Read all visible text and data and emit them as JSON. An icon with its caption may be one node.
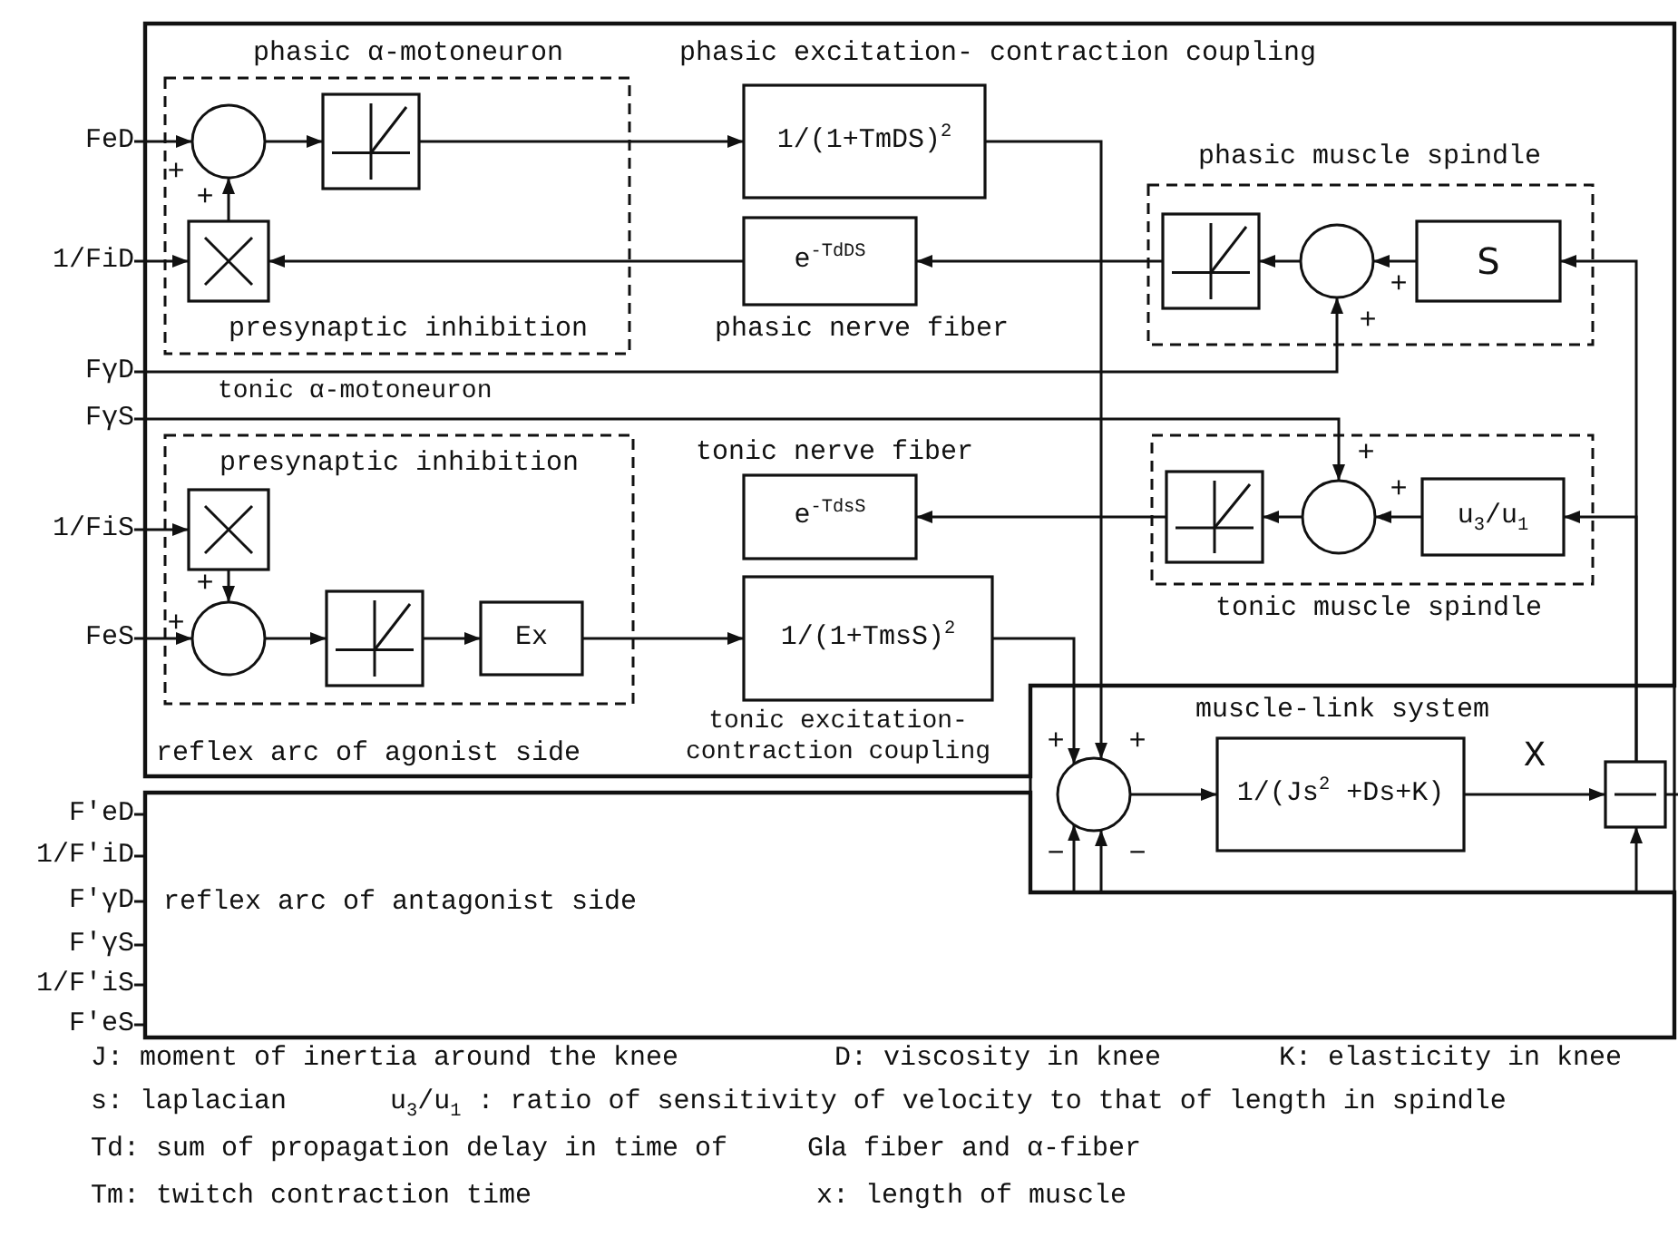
{
  "diagram": {
    "nodes": [
      {
        "text": [
          "reflex arc of agonist side"
        ]
      },
      {
        "text": [
          "phasic α-motoneuron",
          "presynaptic inhibition"
        ],
        "in": 0
      },
      {
        "text": [],
        "shape": "circle",
        "in": 1
      },
      {
        "text": [],
        "shape": "box",
        "in": 1
      },
      {
        "text": [],
        "shape": "box",
        "in": 1
      },
      {
        "text": [
          "phasic excitation- contraction coupling",
          "1/(1+TmDS)$^{2}$"
        ],
        "in": 0
      },
      {
        "text": [
          "e$^{-TdDS}$",
          "phasic nerve fiber"
        ],
        "in": 0
      },
      {
        "text": [
          "phasic muscle spindle"
        ],
        "in": 0
      },
      {
        "text": [],
        "shape": "box",
        "in": 7
      },
      {
        "text": [],
        "shape": "circle",
        "in": 7
      },
      {
        "text": [
          "S"
        ],
        "in": 7
      },
      {
        "text": [
          "presynaptic inhibition"
        ],
        "in": 0
      },
      {
        "text": [],
        "shape": "box",
        "in": 11
      },
      {
        "text": [],
        "shape": "circle",
        "in": 11
      },
      {
        "text": [],
        "shape": "box",
        "in": 11
      },
      {
        "text": [
          "Ex"
        ],
        "in": 11
      },
      {
        "text": [
          "tonic nerve fiber",
          "e$^{-TdsS}$"
        ],
        "in": 0
      },
      {
        "text": [
          "1/(1+TmsS)$^{2}$",
          "tonic excitation- contraction coupling"
        ],
        "in": 0
      },
      {
        "text": [
          "tonic muscle spindle"
        ],
        "in": 0
      },
      {
        "text": [],
        "shape": "box",
        "in": 18
      },
      {
        "text": [],
        "shape": "circle",
        "in": 18
      },
      {
        "text": [
          "u$_{3}$/u$_{1}$"
        ],
        "in": 18
      },
      {
        "text": [
          "muscle-link system"
        ]
      },
      {
        "text": [],
        "shape": "circle",
        "in": 22
      },
      {
        "text": [
          "1/(Js$^{2}$ +Ds+K)"
        ],
        "in": 22
      },
      {
        "text": [],
        "shape": "box",
        "in": 22
      },
      {
        "text": [
          "reflex arc of antagonist side"
        ]
      },
      {
        "text": [
          "FeD"
        ]
      },
      {
        "text": [
          "1/FiD"
        ]
      },
      {
        "text": [
          "FγD"
        ]
      },
      {
        "text": [
          "FγS"
        ]
      },
      {
        "text": [
          "1/FiS"
        ]
      },
      {
        "text": [
          "FeS"
        ]
      },
      {
        "text": [
          "F'eD"
        ]
      },
      {
        "text": [
          "1/F'iD"
        ]
      },
      {
        "text": [
          "F'γD"
        ]
      },
      {
        "text": [
          "F'γS"
        ]
      },
      {
        "text": [
          "1/F'iS"
        ]
      },
      {
        "text": [
          "F'eS"
        ]
      }
    ],
    "edges": [
      {
        "from": 27,
        "to": 2,
        "arrow": "to"
      },
      {
        "from": 2,
        "to": 3,
        "arrow": "to"
      },
      {
        "from": 3,
        "to": 5,
        "arrow": "to"
      },
      {
        "from": 28,
        "to": 4,
        "arrow": "to"
      },
      {
        "from": 4,
        "to": 2,
        "arrow": "to"
      },
      {
        "from": 6,
        "to": 4,
        "arrow": "to"
      },
      {
        "from": 8,
        "to": 6,
        "arrow": "to"
      },
      {
        "from": 9,
        "to": 8,
        "arrow": "to"
      },
      {
        "from": 10,
        "to": 9,
        "arrow": "to"
      },
      {
        "from": 29,
        "to": 9,
        "arrow": "to"
      },
      {
        "from": 30,
        "to": 20,
        "arrow": "to"
      },
      {
        "from": 5,
        "to": 23,
        "arrow": "to"
      },
      {
        "from": 31,
        "to": 12,
        "arrow": "to"
      },
      {
        "from": 12,
        "to": 13,
        "arrow": "to"
      },
      {
        "from": 32,
        "to": 13,
        "arrow": "to"
      },
      {
        "from": 13,
        "to": 14,
        "arrow": "to"
      },
      {
        "from": 14,
        "to": 15,
        "arrow": "to"
      },
      {
        "from": 15,
        "to": 17,
        "arrow": "to"
      },
      {
        "from": 19,
        "to": 16,
        "arrow": "to"
      },
      {
        "from": 20,
        "to": 19,
        "arrow": "to"
      },
      {
        "from": 21,
        "to": 20,
        "arrow": "to"
      },
      {
        "from": 17,
        "to": 23,
        "arrow": "to"
      },
      {
        "from": 23,
        "to": 24,
        "arrow": "to"
      },
      {
        "from": 24,
        "to": 25,
        "arrow": "to",
        "label": "X"
      },
      {
        "from": 26,
        "to": 23,
        "arrow": "to"
      },
      {
        "from": 26,
        "to": 23,
        "arrow": "to"
      },
      {
        "from": 26,
        "to": 25,
        "arrow": "to"
      },
      {
        "from": 25,
        "to": 10,
        "arrow": "to"
      },
      {
        "from": 25,
        "to": 21,
        "arrow": "to"
      },
      {
        "from": 25,
        "to": null,
        "arrow": "none"
      },
      {
        "from": 33,
        "to": 26,
        "arrow": "none"
      },
      {
        "from": 34,
        "to": 26,
        "arrow": "none"
      },
      {
        "from": 35,
        "to": 26,
        "arrow": "none"
      },
      {
        "from": 36,
        "to": 26,
        "arrow": "none"
      },
      {
        "from": 37,
        "to": 26,
        "arrow": "none"
      },
      {
        "from": 38,
        "to": 26,
        "arrow": "none"
      }
    ],
    "labels": [
      "+",
      "+",
      "+",
      "+",
      "tonic α-motoneuron",
      "+",
      "+",
      "+",
      "+",
      "+",
      "+",
      "−",
      "−",
      "J: moment of inertia around the knee",
      "D: viscosity in knee",
      "K: elasticity in knee",
      "s: laplacian",
      "u$_{3}$/u$_{1}$ : ratio of sensitivity of velocity to that of length in spindle",
      "Td: sum of propagation delay in time of",
      "GⅠa fiber and α-fiber",
      "Tm: twitch contraction time",
      "x: length of muscle"
    ]
  }
}
